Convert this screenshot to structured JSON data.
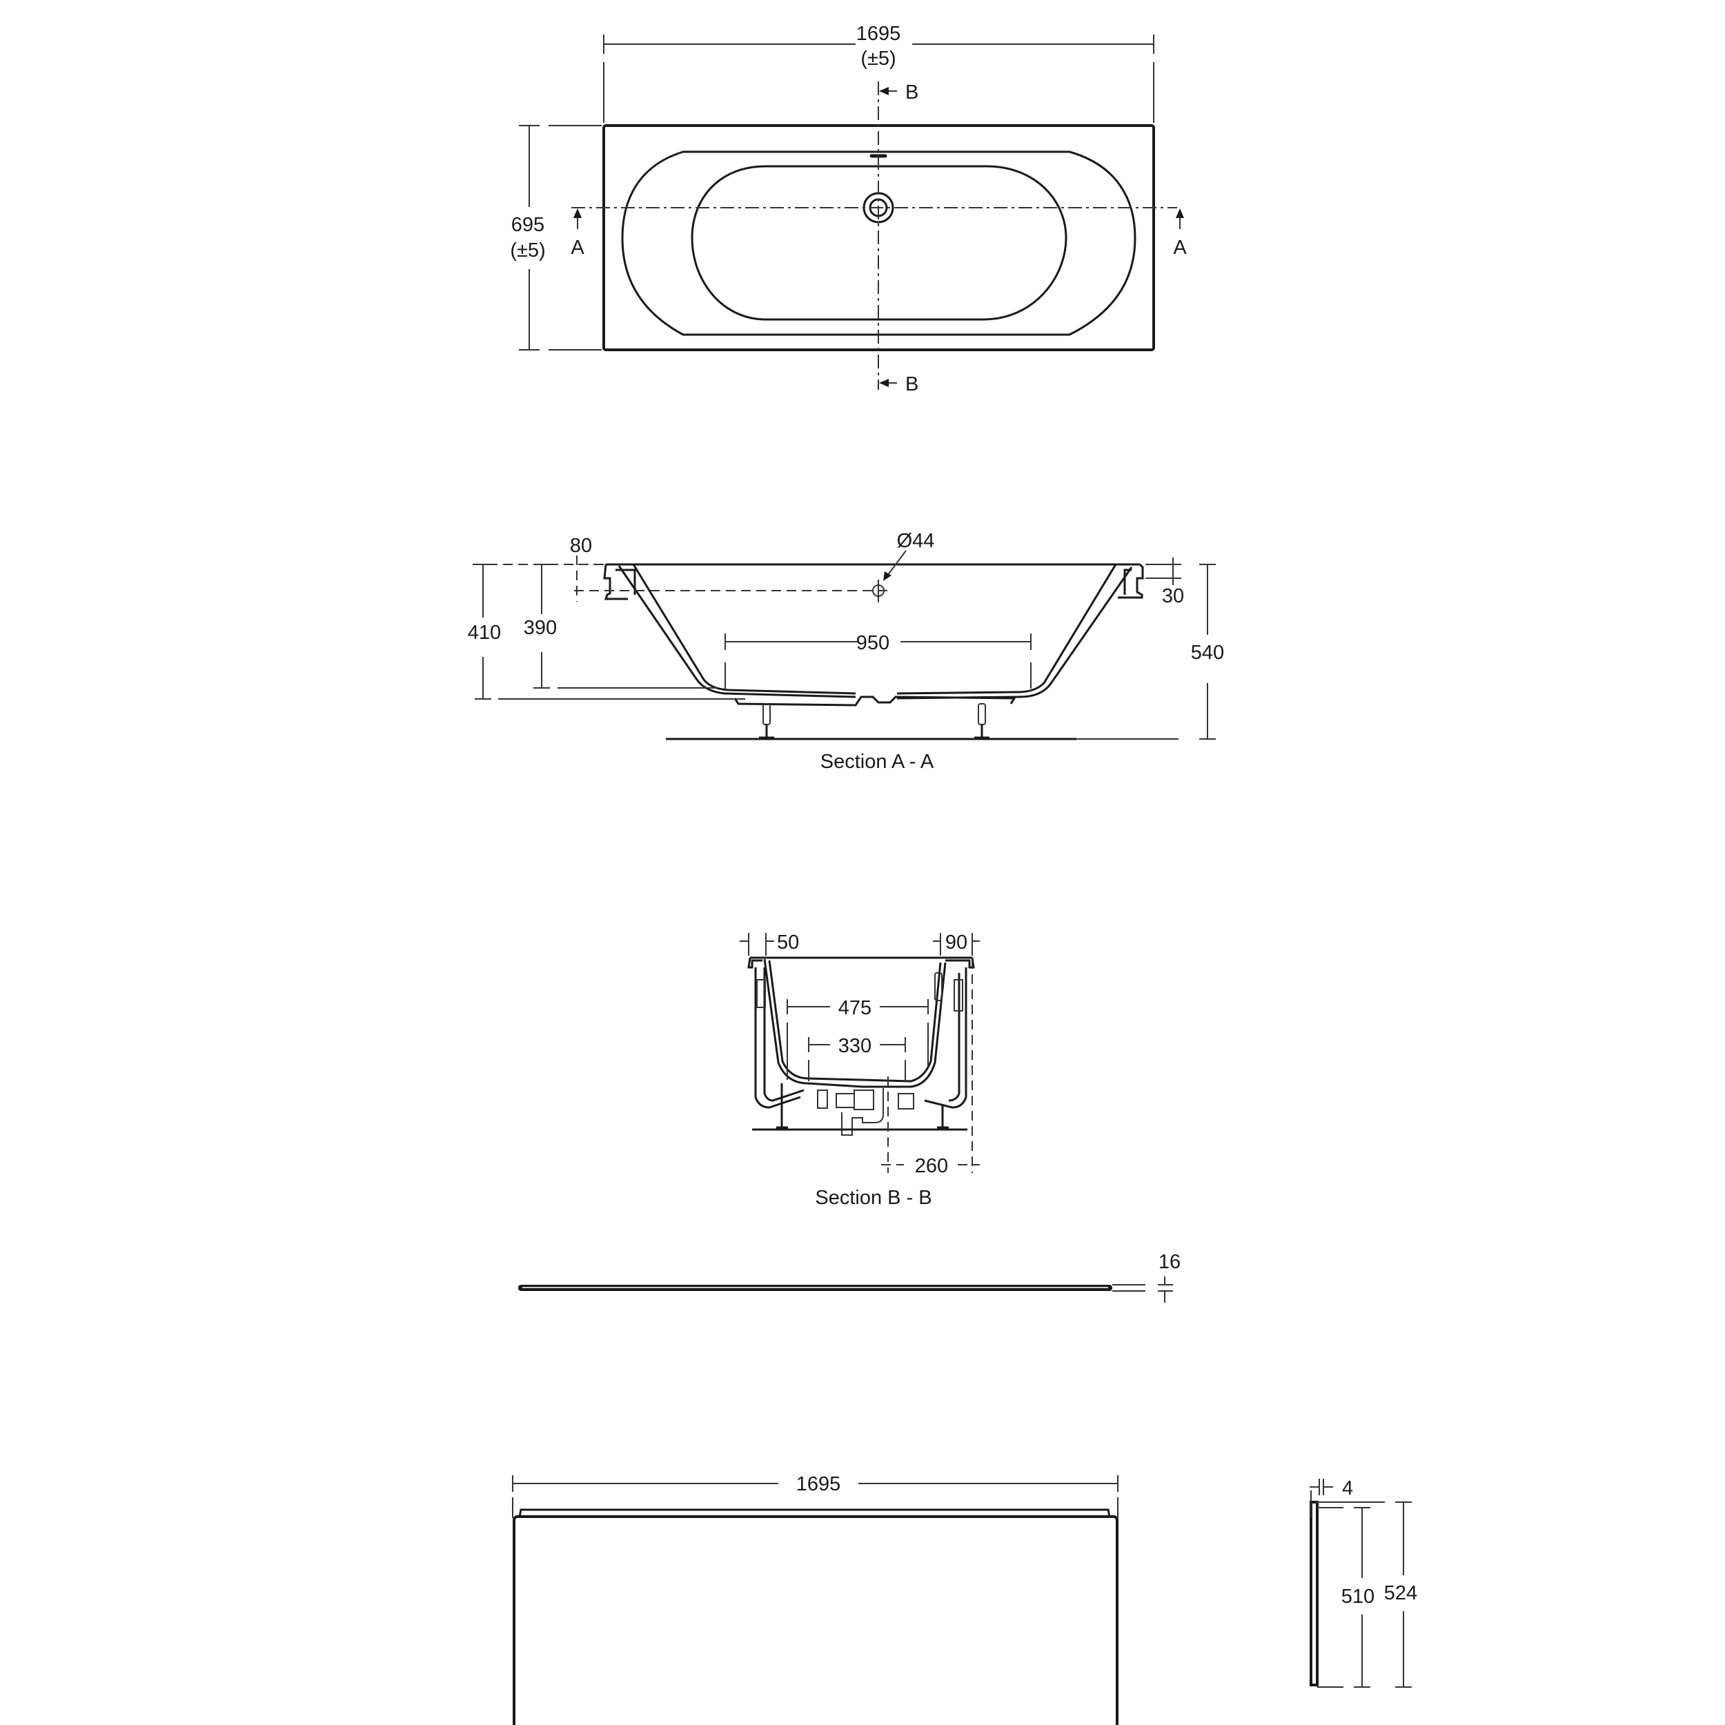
{
  "top_view": {
    "width_label": "1695",
    "width_tolerance": "(±5)",
    "depth_label": "695",
    "depth_tolerance": "(±5)",
    "section_a_marker": "A",
    "section_b_marker": "B"
  },
  "section_a": {
    "caption": "Section A - A",
    "dims": {
      "overflow_offset": "80",
      "overflow_diameter": "Ø44",
      "height_outer": "410",
      "height_inner": "390",
      "base_length": "950",
      "rim_thickness": "30",
      "total_height": "540"
    }
  },
  "section_b": {
    "caption": "Section B - B",
    "dims": {
      "left_rim": "50",
      "right_rim": "90",
      "top_width": "475",
      "base_width": "330",
      "waste_offset": "260"
    }
  },
  "panel_top_view": {
    "thickness": "16"
  },
  "front_panel": {
    "length": "1695"
  },
  "side_panel": {
    "thickness": "4",
    "inner_height": "510",
    "outer_height": "524"
  },
  "colors": {
    "line": "#1a1a1a",
    "background": "#ffffff"
  }
}
